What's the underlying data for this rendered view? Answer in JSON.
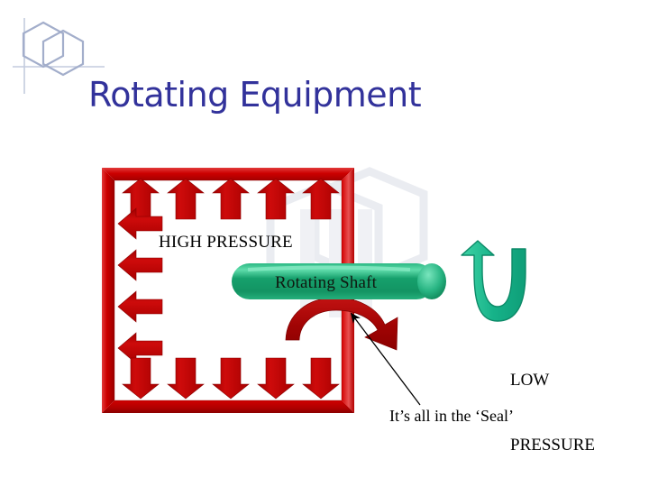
{
  "slide": {
    "title": "Rotating Equipment",
    "title_color": "#32329B",
    "background_color": "#FFFFFF"
  },
  "logo": {
    "name": "hexagon-logo",
    "shape": "two-overlapping-hexagons-with-crosshair",
    "stroke_color": "#A3AECB"
  },
  "diagram": {
    "name": "mechanical-seal-pressure-diagram",
    "pressure_vessel": {
      "label": "HIGH PRESSURE",
      "frame_color": "#CC0000",
      "frame_highlight_color": "#E64545",
      "frame_shadow_color": "#8F0000",
      "arrows": {
        "color": "#C00000",
        "top_count": 5,
        "top_direction": "up",
        "left_count": 4,
        "left_direction": "left",
        "bottom_count": 5,
        "bottom_direction": "down"
      }
    },
    "shaft": {
      "label": "Rotating Shaft",
      "body_color": "#17A06D",
      "highlight_color": "#57D6A4",
      "cap_color": "#2FBF8B"
    },
    "rotation_arrow": {
      "name": "shaft-rotation-arrow",
      "color": "#B00000",
      "direction": "clockwise"
    },
    "leak_arrow": {
      "name": "low-pressure-flow-arrow",
      "color": "#1FBF92",
      "outline_color": "#0E8F6A",
      "shape": "u-turn-up"
    },
    "low_pressure": {
      "line1": "LOW",
      "line2": "PRESSURE"
    },
    "callout": {
      "text": "It’s all in the ‘Seal’",
      "pointer_color": "#000000"
    },
    "watermark": {
      "name": "hexagon-watermark",
      "color": "#EDEEF2"
    }
  }
}
